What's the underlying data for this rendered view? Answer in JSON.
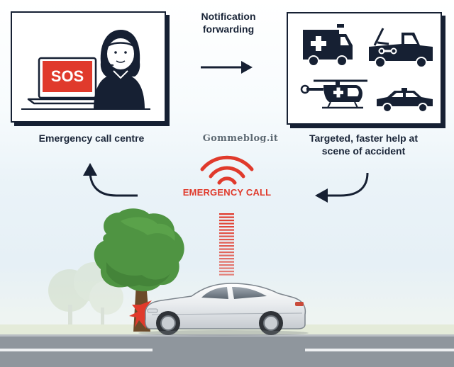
{
  "captions": {
    "notification": [
      "Notification",
      "forwarding"
    ],
    "centre": "Emergency call centre",
    "help": [
      "Targeted, faster help at",
      "scene of accident"
    ],
    "emergency_call": "EMERGENCY CALL",
    "sos": "SOS"
  },
  "watermark": "Gommeblog.it",
  "colors": {
    "navy": "#162033",
    "emergency_red": "#e03a2c",
    "tree_green": "#4f9442",
    "road_gray": "#8d949b"
  },
  "icons": [
    "operator-icon",
    "ambulance-icon",
    "tow-truck-icon",
    "helicopter-icon",
    "police-car-icon",
    "signal-waves-icon",
    "car-icon",
    "tree-icon"
  ]
}
